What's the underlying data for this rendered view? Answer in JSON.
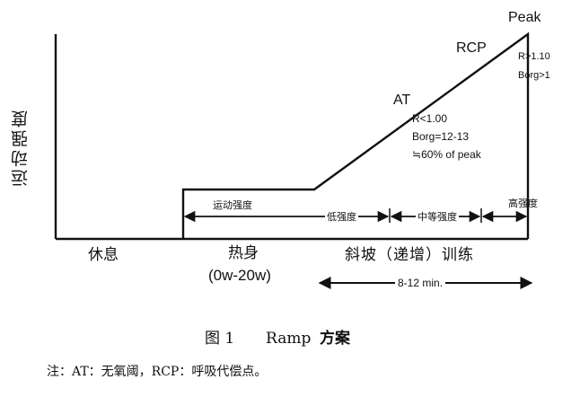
{
  "y_axis_label": "运动强度",
  "points": {
    "peak": "Peak",
    "rcp": "RCP",
    "at": "AT"
  },
  "annotations": {
    "peak_r": "R>1.10",
    "peak_borg": "Borg>1",
    "at_r": "R<1.00",
    "at_borg": "Borg=12-13",
    "at_pct": "≒60% of peak"
  },
  "intensity_bands": {
    "warmup": "运动强度",
    "low": "低强度",
    "moderate": "中等强度",
    "high": "高强度"
  },
  "phases": {
    "rest": "休息",
    "warmup": "热身",
    "warmup_power": "(0w-20w)",
    "ramp": "斜坡（递增）训练",
    "ramp_duration": "8-12 min."
  },
  "caption": {
    "figure_no": "图 1",
    "title_latin": "Ramp",
    "title_cjk": "方案"
  },
  "note": "注：AT：无氧阈，RCP：呼吸代偿点。"
}
